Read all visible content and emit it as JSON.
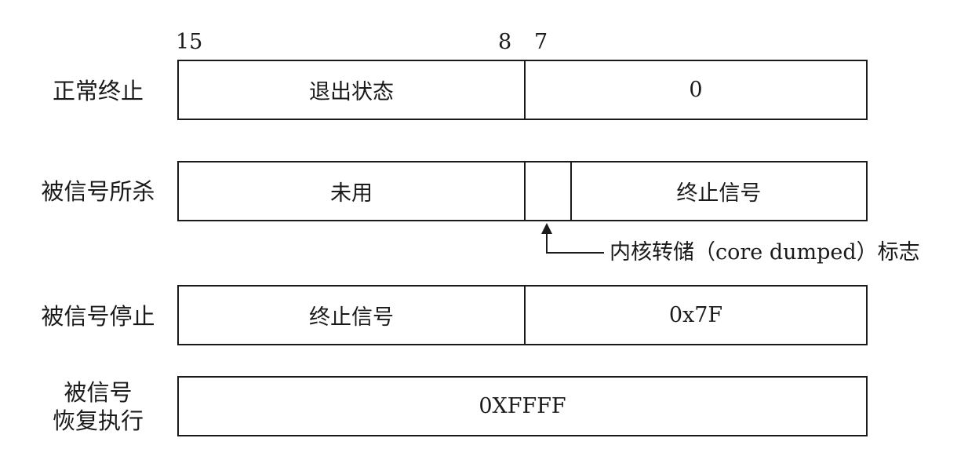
{
  "bits": {
    "b15": "15",
    "b8": "8",
    "b7": "7"
  },
  "rows": {
    "normal": {
      "label": "正常终止",
      "high": "退出状态",
      "low": "0"
    },
    "killed": {
      "label": "被信号所杀",
      "high": "未用",
      "core": "",
      "low": "终止信号",
      "core_note": "内核转储（core dumped）标志"
    },
    "stopped": {
      "label": "被信号停止",
      "high": "终止信号",
      "low": "0x7F"
    },
    "resumed": {
      "label_line1": "被信号",
      "label_line2": "恢复执行",
      "value": "0XFFFF"
    }
  }
}
